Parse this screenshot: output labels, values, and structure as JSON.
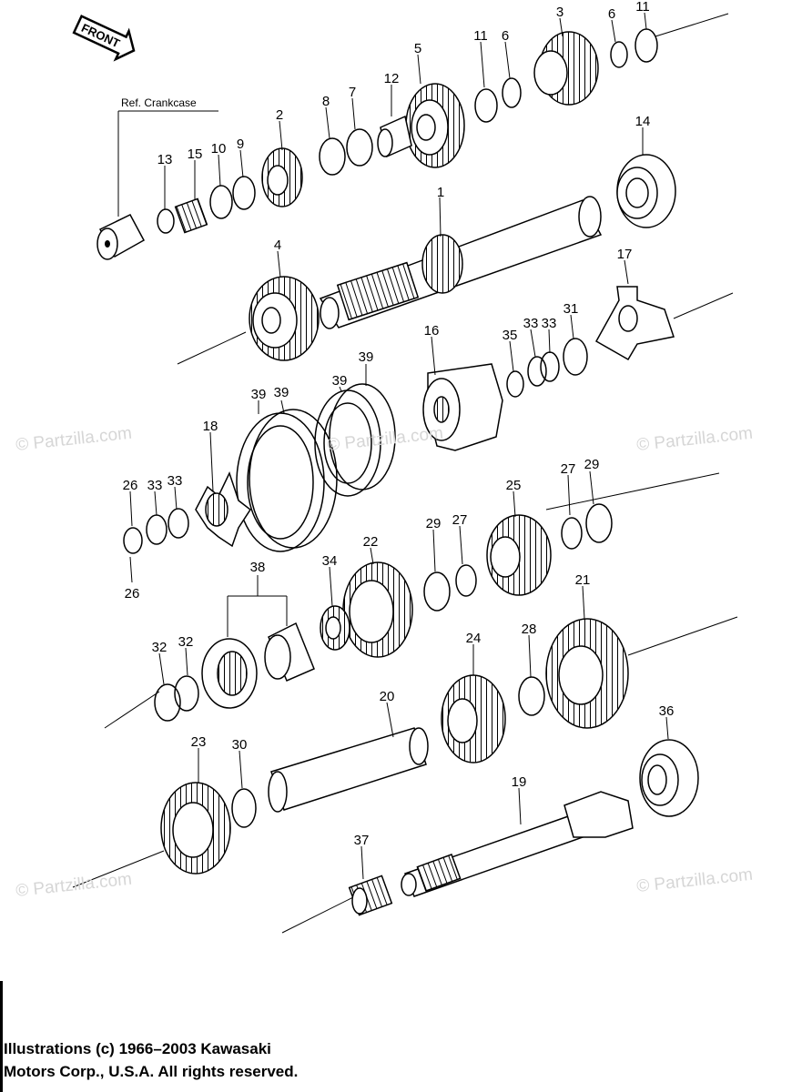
{
  "front_arrow": {
    "label": "FRONT"
  },
  "ref_label": "Ref. Crankcase",
  "watermark": {
    "text": "© Partzilla.com"
  },
  "part_numbers": [
    "1",
    "2",
    "3",
    "4",
    "5",
    "6",
    "6",
    "7",
    "8",
    "9",
    "10",
    "11",
    "11",
    "12",
    "13",
    "14",
    "15",
    "16",
    "17",
    "18",
    "19",
    "20",
    "21",
    "22",
    "23",
    "24",
    "25",
    "26",
    "26",
    "27",
    "27",
    "28",
    "29",
    "29",
    "30",
    "31",
    "32",
    "32",
    "33",
    "33",
    "33",
    "33",
    "34",
    "35",
    "36",
    "37",
    "38",
    "39",
    "39",
    "39",
    "39"
  ],
  "copyright": {
    "line1": "Illustrations (c) 1966–2003 Kawasaki",
    "line2": "Motors Corp., U.S.A.  All rights reserved."
  }
}
